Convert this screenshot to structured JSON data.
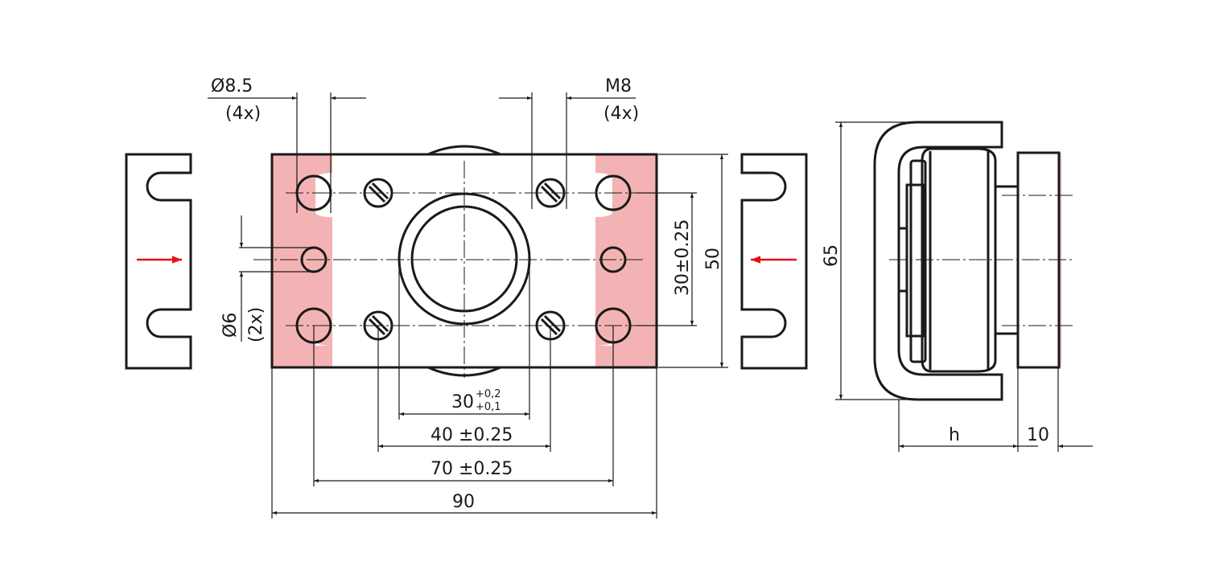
{
  "colors": {
    "line": "#1a1a1a",
    "highlight": "#f3b3b5",
    "arrow": "#e3101a",
    "background": "#ffffff"
  },
  "labels": {
    "hole_large_dia": "Ø8.5",
    "hole_large_qty": "(4x)",
    "thread": "M8",
    "thread_qty": "(4x)",
    "hole_small_dia": "Ø6",
    "hole_small_qty": "(2x)",
    "dim_bore": "30",
    "dim_bore_tol_upper": "+0,2",
    "dim_bore_tol_lower": "+0,1",
    "dim_40": "40 ±0.25",
    "dim_70": "70 ±0.25",
    "dim_90": "90",
    "dim_30_vert": "30±0.25",
    "dim_50": "50",
    "dim_65": "65",
    "dim_h": "h",
    "dim_10": "10"
  }
}
